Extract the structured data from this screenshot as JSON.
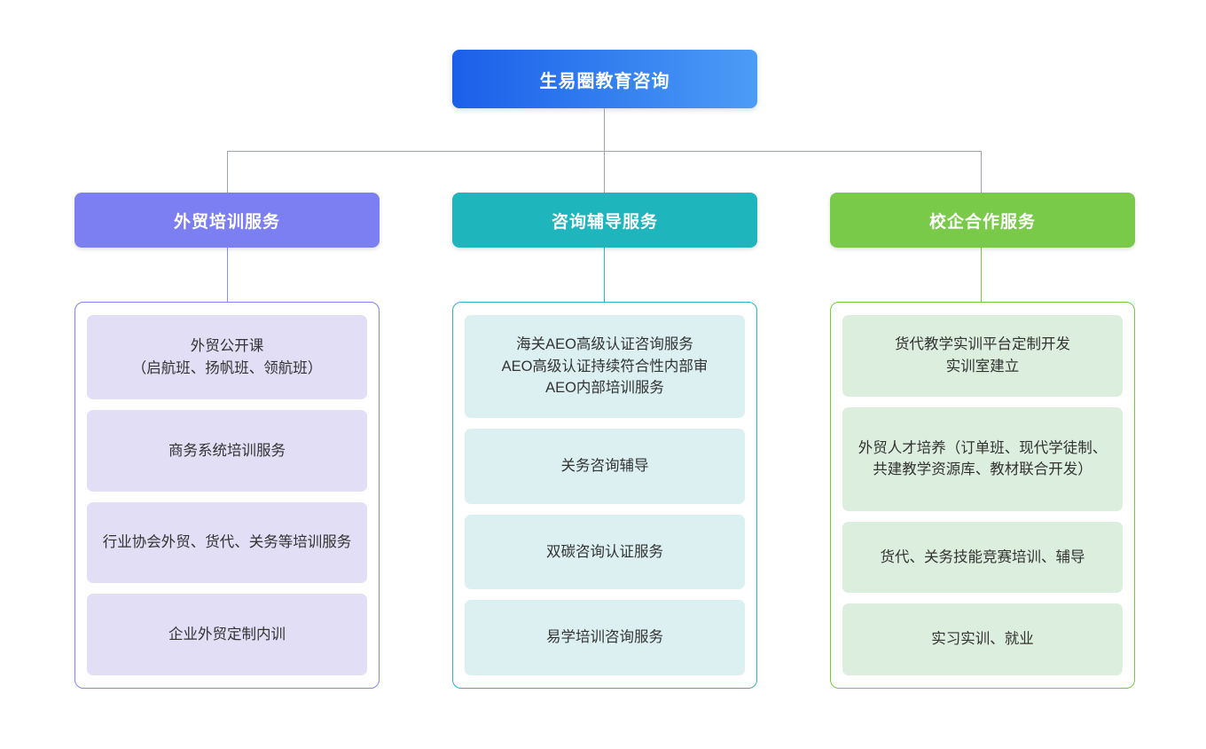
{
  "diagram": {
    "type": "organization-tree",
    "root": {
      "label": "生易圈教育咨询",
      "color_start": "#1b5fe9",
      "color_end": "#4c9cf7"
    },
    "branches": [
      {
        "label": "外贸培训服务",
        "accent": "#7b7ff2",
        "border": "#8286f5",
        "card_bg": "#e2def5",
        "items": [
          "外贸公开课\n（启航班、扬帆班、领航班）",
          "商务系统培训服务",
          "行业协会外贸、货代、关务等培训服务",
          "企业外贸定制内训"
        ]
      },
      {
        "label": "咨询辅导服务",
        "accent": "#1eb5bd",
        "border": "#27b5be",
        "card_bg": "#ddf0f1",
        "items": [
          "海关AEO高级认证咨询服务\nAEO高级认证持续符合性内部审\nAEO内部培训服务",
          "关务咨询辅导",
          "双碳咨询认证服务",
          "易学培训咨询服务"
        ]
      },
      {
        "label": "校企合作服务",
        "accent": "#78ca48",
        "border": "#72c940",
        "card_bg": "#dceedd",
        "items": [
          "货代教学实训平台定制开发\n实训室建立",
          "外贸人才培养（订单班、现代学徒制、共建教学资源库、教材联合开发）",
          "货代、关务技能竞赛培训、辅导",
          "实习实训、就业"
        ]
      }
    ],
    "connector_color": "#9aa3ae"
  }
}
